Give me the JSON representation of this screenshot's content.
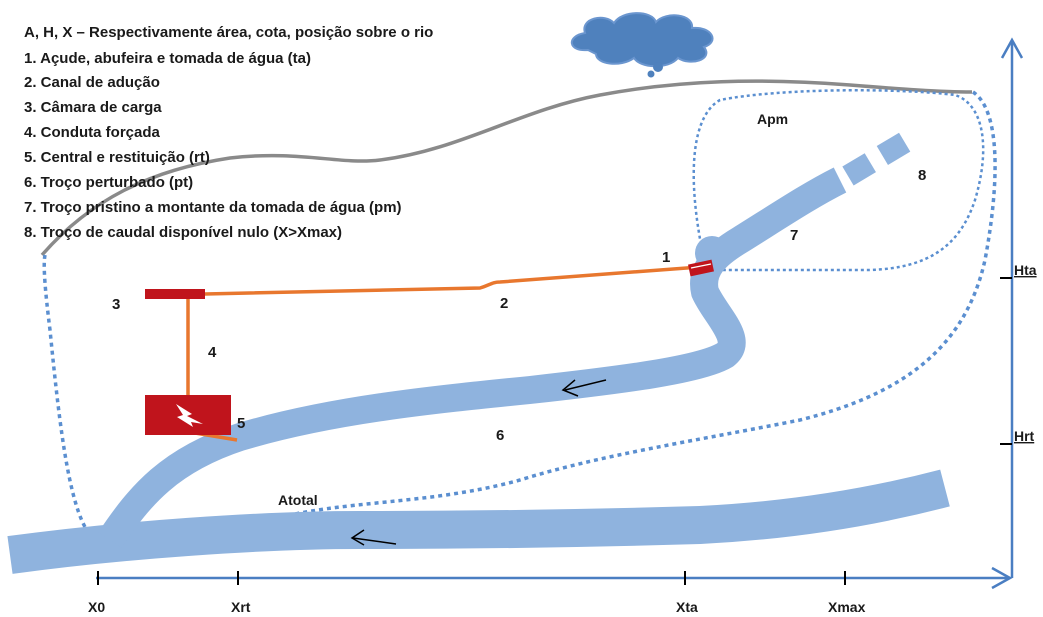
{
  "legend": {
    "title": "A, H, X – Respectivamente área, cota, posição sobre o rio",
    "items": [
      "1. Açude, abufeira e tomada de água (ta)",
      "2. Canal de adução",
      "3. Câmara de carga",
      "4. Conduta forçada",
      "5. Central e restituição (rt)",
      "6. Troço perturbado (pt)",
      "7. Troço pristino a montante da tomada de água (pm)",
      "8. Troço de caudal disponível nulo (X>Xmax)"
    ]
  },
  "labels": {
    "n1": "1",
    "n2": "2",
    "n3": "3",
    "n4": "4",
    "n5": "5",
    "n6": "6",
    "n7": "7",
    "n8": "8",
    "apm": "Apm",
    "atotal": "Atotal"
  },
  "axes": {
    "x_ticks": [
      "X0",
      "Xrt",
      "Xta",
      "Xmax"
    ],
    "y_ticks": [
      "Hta",
      "Hrt"
    ]
  },
  "colors": {
    "river": "#8fb3de",
    "canal": "#e8772e",
    "structure": "#c0141c",
    "axis": "#4a7ec2",
    "boundary": "#5b8fd0",
    "ridge": "#8a8a8a",
    "cloud": "#4f81bd",
    "cloud_stroke": "#6b96cf"
  },
  "icons": {
    "power_plant": "lightning-bolt-icon",
    "cloud": "rain-cloud-icon"
  }
}
